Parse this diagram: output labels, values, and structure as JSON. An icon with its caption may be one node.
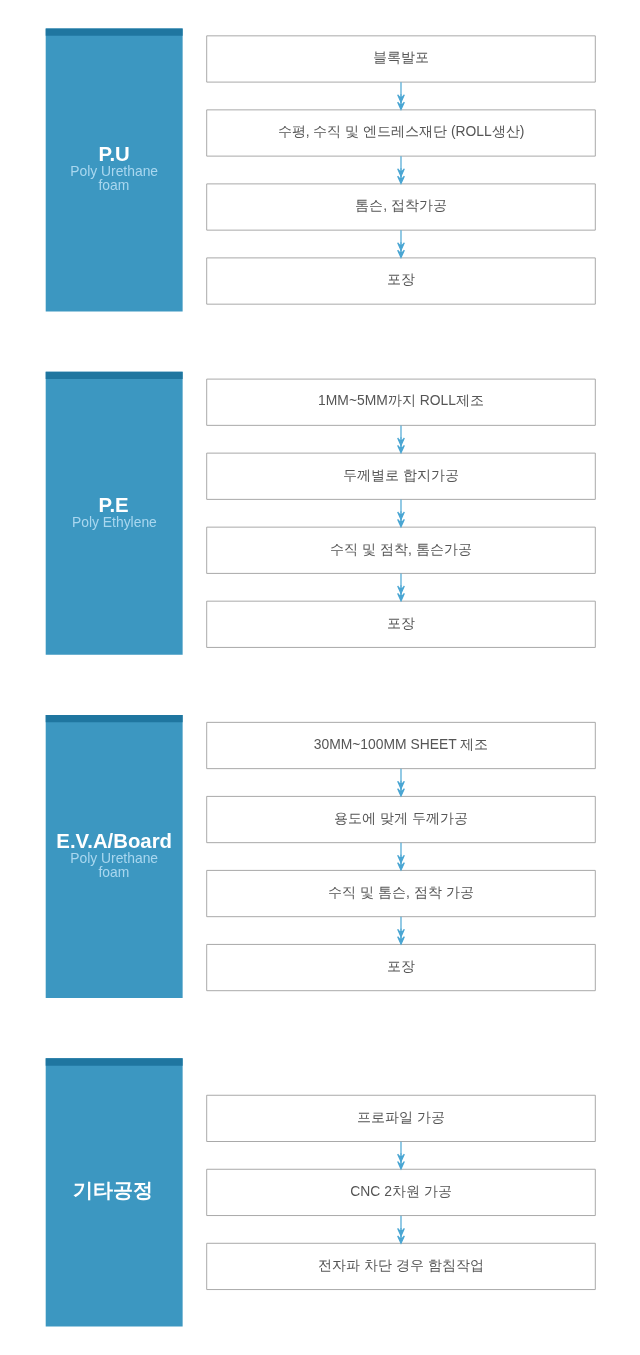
{
  "diagram": {
    "nodes": [
      {
        "text": [
          "P.U",
          "Poly Urethane foam"
        ]
      },
      {
        "text": [
          "블록발포"
        ]
      },
      {
        "text": [
          "수평, 수직 및 엔드레스재단 (ROLL생산)"
        ]
      },
      {
        "text": [
          "톰슨, 접착가공"
        ]
      },
      {
        "text": [
          "포장"
        ]
      },
      {
        "text": [
          "P.E",
          "Poly Ethylene"
        ]
      },
      {
        "text": [
          "1MM~5MM까지 ROLL제조"
        ]
      },
      {
        "text": [
          "두께별로 합지가공"
        ]
      },
      {
        "text": [
          "수직 및 점착, 톰슨가공"
        ]
      },
      {
        "text": [
          "포장"
        ]
      },
      {
        "text": [
          "E.V.A/Board",
          "Poly Urethane foam"
        ]
      },
      {
        "text": [
          "30MM~100MM SHEET 제조"
        ]
      },
      {
        "text": [
          "용도에 맞게 두께가공"
        ]
      },
      {
        "text": [
          "수직 및 톰슨, 점착 가공"
        ]
      },
      {
        "text": [
          "포장"
        ]
      },
      {
        "text": [
          "기타공정"
        ]
      },
      {
        "text": [
          "프로파일 가공"
        ]
      },
      {
        "text": [
          "CNC 2차원 가공"
        ]
      },
      {
        "text": [
          "전자파 차단 경우 함침작업"
        ]
      }
    ],
    "edges": [
      {
        "from": 1,
        "to": 2,
        "arrow": "to"
      },
      {
        "from": 2,
        "to": 3,
        "arrow": "to"
      },
      {
        "from": 3,
        "to": 4,
        "arrow": "to"
      },
      {
        "from": 6,
        "to": 7,
        "arrow": "to"
      },
      {
        "from": 7,
        "to": 8,
        "arrow": "to"
      },
      {
        "from": 8,
        "to": 9,
        "arrow": "to"
      },
      {
        "from": 11,
        "to": 12,
        "arrow": "to"
      },
      {
        "from": 12,
        "to": 13,
        "arrow": "to"
      },
      {
        "from": 13,
        "to": 14,
        "arrow": "to"
      },
      {
        "from": 16,
        "to": 17,
        "arrow": "to"
      },
      {
        "from": 17,
        "to": 18,
        "arrow": "to"
      }
    ]
  }
}
